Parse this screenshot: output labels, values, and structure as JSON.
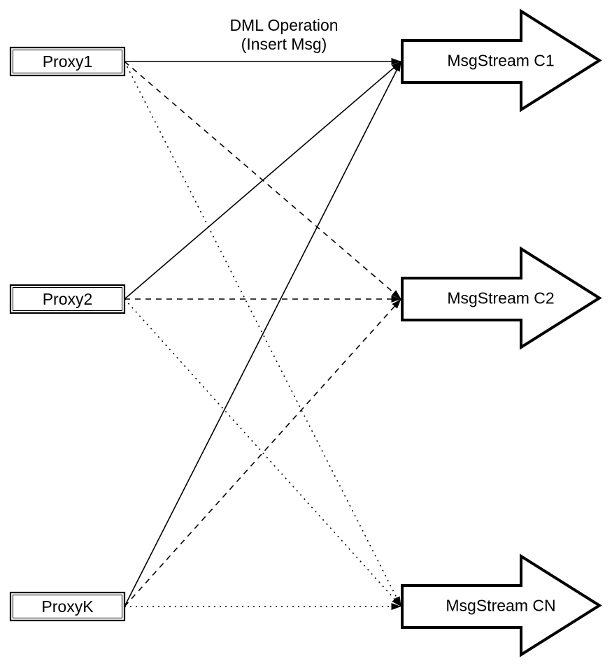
{
  "diagram": {
    "type": "flow-diagram",
    "annotation": {
      "line1": "DML Operation",
      "line2": "(Insert Msg)"
    },
    "proxies": [
      {
        "id": "proxy1",
        "label": "Proxy1"
      },
      {
        "id": "proxy2",
        "label": "Proxy2"
      },
      {
        "id": "proxyk",
        "label": "ProxyK"
      }
    ],
    "streams": [
      {
        "id": "c1",
        "label": "MsgStream C1"
      },
      {
        "id": "c2",
        "label": "MsgStream C2"
      },
      {
        "id": "cn",
        "label": "MsgStream CN"
      }
    ],
    "edges": [
      {
        "from": "proxy1",
        "to": "c1",
        "style": "solid"
      },
      {
        "from": "proxy2",
        "to": "c1",
        "style": "solid"
      },
      {
        "from": "proxyk",
        "to": "c1",
        "style": "solid"
      },
      {
        "from": "proxy1",
        "to": "c2",
        "style": "dashed"
      },
      {
        "from": "proxy2",
        "to": "c2",
        "style": "dashed"
      },
      {
        "from": "proxyk",
        "to": "c2",
        "style": "dashed"
      },
      {
        "from": "proxy1",
        "to": "cn",
        "style": "dotted"
      },
      {
        "from": "proxy2",
        "to": "cn",
        "style": "dotted"
      },
      {
        "from": "proxyk",
        "to": "cn",
        "style": "dotted"
      }
    ],
    "colors": {
      "stroke": "#000000",
      "fill": "#ffffff"
    }
  }
}
